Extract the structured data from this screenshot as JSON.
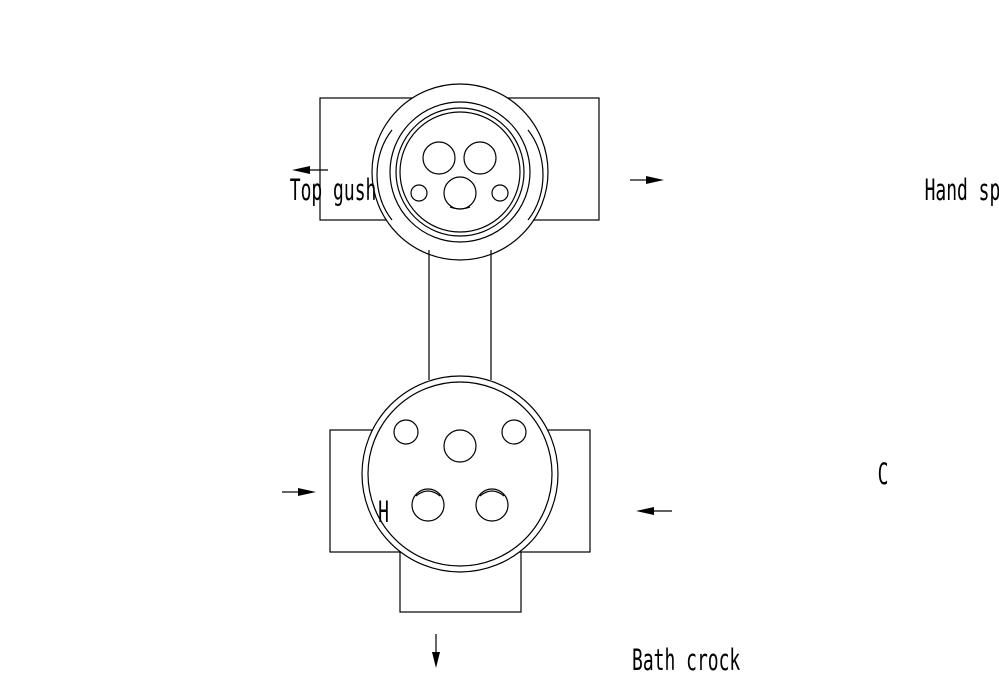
{
  "labels": {
    "top_gush": "Top gush",
    "hand_spray": "Hand spray",
    "hot": "H",
    "cold": "C",
    "bath_crock": "Bath crock"
  },
  "colors": {
    "line": "#000000",
    "background": "#ffffff"
  }
}
